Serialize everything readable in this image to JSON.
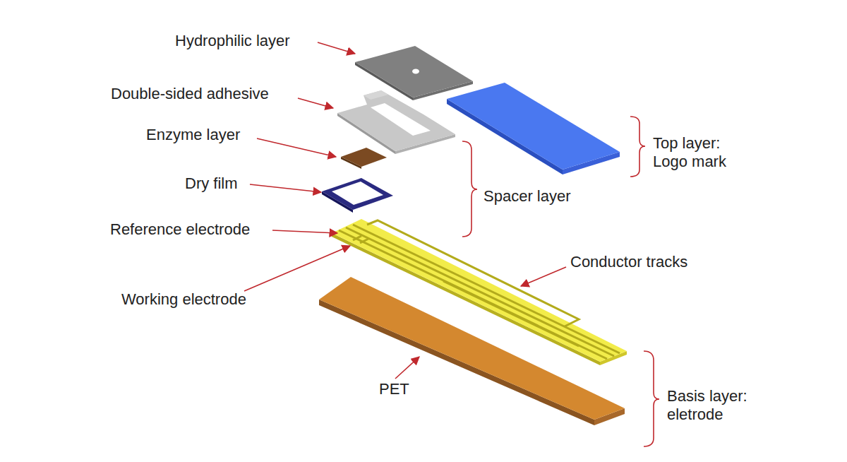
{
  "diagram": {
    "labels": [
      "Hydrophilic layer",
      "Double-sided adhesive",
      "Enzyme layer",
      "Dry film",
      "Reference electrode",
      "Working electrode",
      "Conductor tracks",
      "PET",
      "Spacer layer",
      "Top layer: Logo mark",
      "Basis layer: eletrode"
    ]
  }
}
